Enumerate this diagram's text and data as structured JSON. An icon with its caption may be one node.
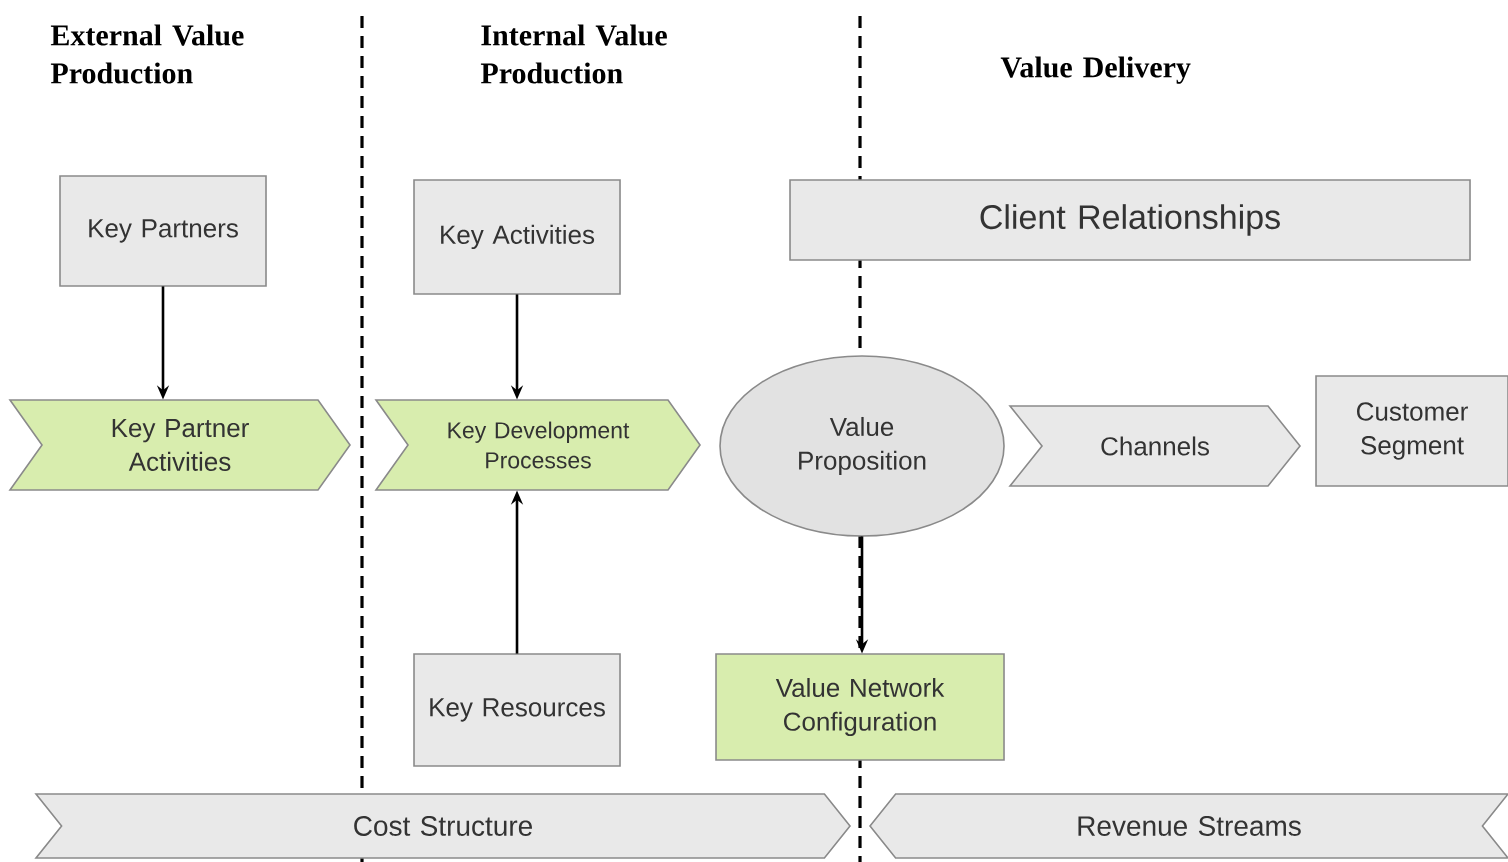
{
  "diagram": {
    "nodes": [
      {
        "text": [
          "Key Partners"
        ]
      },
      {
        "text": [
          "Key Partner Activities"
        ]
      },
      {
        "text": [
          "Key Activities"
        ]
      },
      {
        "text": [
          "Key Development Processes"
        ]
      },
      {
        "text": [
          "Key Resources"
        ]
      },
      {
        "text": [
          "Value Proposition"
        ]
      },
      {
        "text": [
          "Client Relationships"
        ]
      },
      {
        "text": [
          "Channels"
        ]
      },
      {
        "text": [
          "Customer Segment"
        ]
      },
      {
        "text": [
          "Value Network Configuration"
        ]
      },
      {
        "text": [
          "Cost Structure"
        ]
      },
      {
        "text": [
          "Revenue Streams"
        ]
      }
    ],
    "edges": [
      {
        "from": 0,
        "to": 1,
        "arrow": "to"
      },
      {
        "from": 2,
        "to": 3,
        "arrow": "to"
      },
      {
        "from": 4,
        "to": 3,
        "arrow": "to"
      },
      {
        "from": 5,
        "to": 9,
        "arrow": "to"
      }
    ],
    "labels": [
      "External Value Production",
      "Internal Value Production",
      "Value Delivery"
    ]
  }
}
